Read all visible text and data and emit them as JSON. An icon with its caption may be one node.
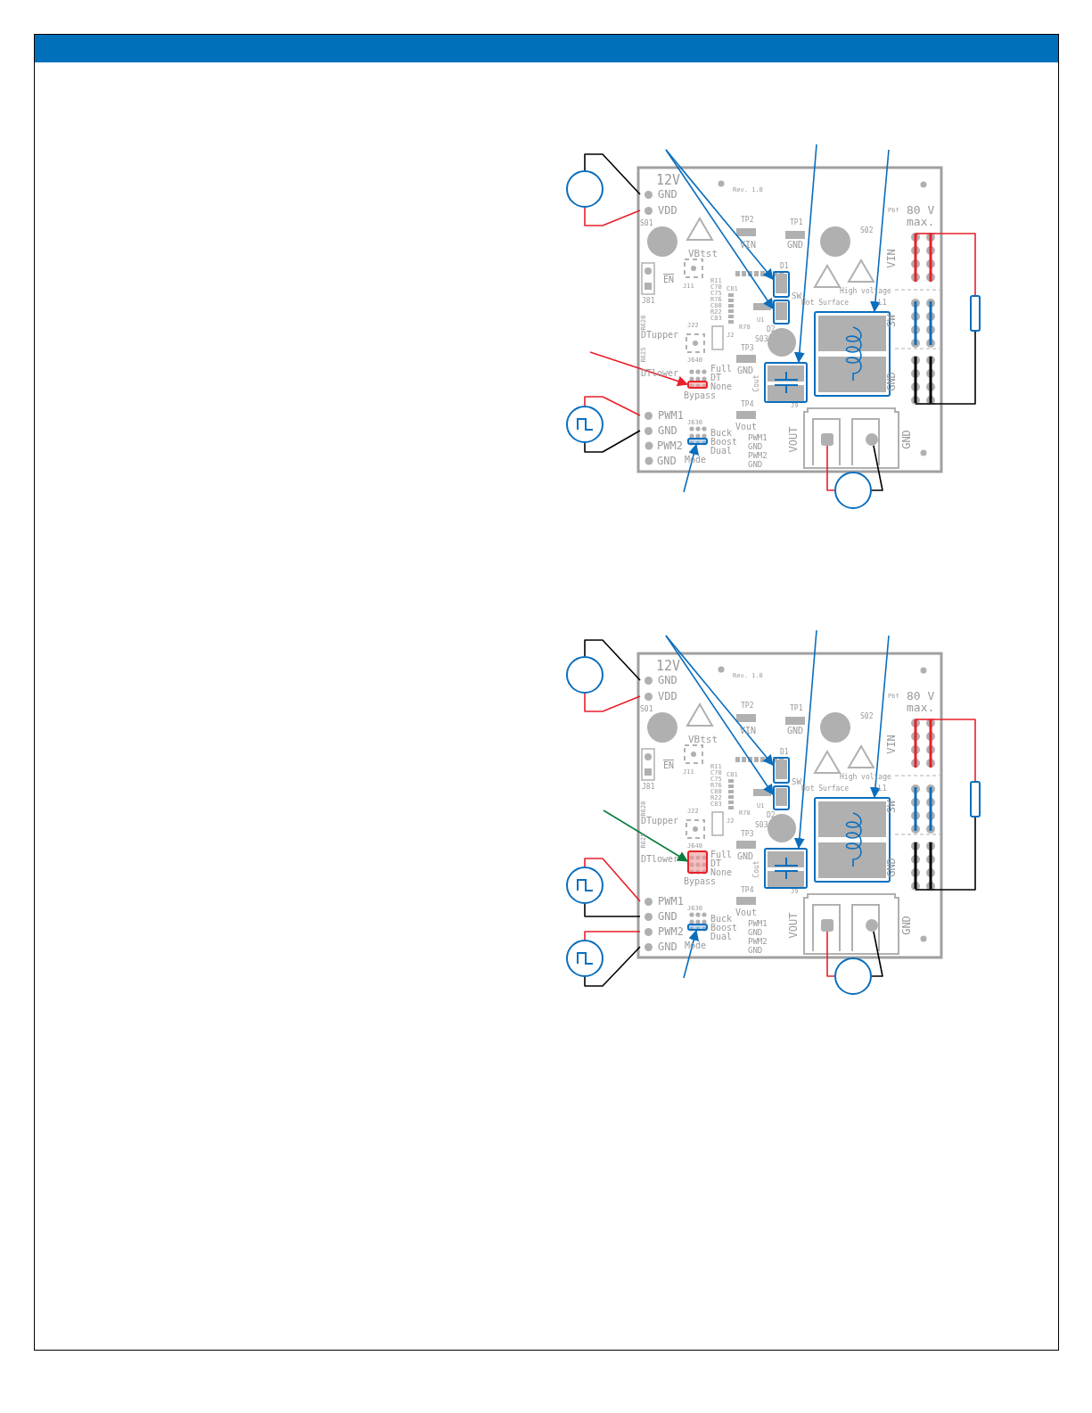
{
  "diagram": {
    "nodes": [
      {
        "text": [],
        "shape": "circle"
      },
      {
        "text": [
          "GND"
        ]
      },
      {
        "text": [
          "VDD"
        ]
      },
      {
        "text": [],
        "shape": "circle"
      },
      {
        "text": [
          "PWM1"
        ]
      },
      {
        "text": [
          "GND"
        ]
      },
      {
        "text": [],
        "shape": "box",
        "beside": [
          "D1"
        ]
      },
      {
        "text": [],
        "shape": "box",
        "beside": [
          "D2"
        ]
      },
      {
        "text": [],
        "shape": "box",
        "beside": [
          "Cout"
        ]
      },
      {
        "text": [],
        "shape": "box",
        "beside": [
          "L1"
        ]
      },
      {
        "text": [],
        "shape": "box"
      },
      {
        "text": [],
        "shape": "box"
      },
      {
        "text": [],
        "shape": "bar"
      },
      {
        "text": [],
        "shape": "box"
      },
      {
        "text": [],
        "shape": "bar"
      },
      {
        "text": [],
        "shape": "box"
      },
      {
        "text": [],
        "shape": "circle"
      },
      {
        "text": [],
        "shape": "circle"
      },
      {
        "text": [],
        "shape": "circle"
      },
      {
        "text": [
          "GND"
        ]
      },
      {
        "text": [
          "VDD"
        ]
      },
      {
        "text": [],
        "shape": "circle"
      },
      {
        "text": [
          "PWM1"
        ]
      },
      {
        "text": [
          "GND"
        ]
      },
      {
        "text": [],
        "shape": "circle"
      },
      {
        "text": [
          "PWM2"
        ]
      },
      {
        "text": [
          "GND"
        ]
      },
      {
        "text": [],
        "shape": "box",
        "beside": [
          "D1"
        ]
      },
      {
        "text": [],
        "shape": "box",
        "beside": [
          "D2"
        ]
      },
      {
        "text": [],
        "shape": "box",
        "beside": [
          "Cout"
        ]
      },
      {
        "text": [],
        "shape": "box",
        "beside": [
          "L1"
        ]
      },
      {
        "text": [],
        "shape": "box"
      },
      {
        "text": [],
        "shape": "box"
      },
      {
        "text": [],
        "shape": "bar"
      },
      {
        "text": [],
        "shape": "box"
      },
      {
        "text": [],
        "shape": "bar"
      },
      {
        "text": [],
        "shape": "box"
      },
      {
        "text": [],
        "shape": "circle"
      },
      {
        "text": [],
        "shape": "circle"
      }
    ],
    "edges": [
      {
        "from": 0,
        "to": 1,
        "arrow": "none",
        "color": "#000000"
      },
      {
        "from": 0,
        "to": 2,
        "arrow": "none",
        "color": "#e8202a"
      },
      {
        "from": 3,
        "to": 4,
        "arrow": "none",
        "color": "#e8202a"
      },
      {
        "from": 3,
        "to": 5,
        "arrow": "none",
        "color": "#000000"
      },
      {
        "from": null,
        "to": 6,
        "arrow": "to",
        "color": "#0a6ebd"
      },
      {
        "from": null,
        "to": 7,
        "arrow": "to",
        "color": "#0a6ebd"
      },
      {
        "from": null,
        "to": 8,
        "arrow": "to",
        "color": "#0a6ebd"
      },
      {
        "from": null,
        "to": 9,
        "arrow": "to",
        "color": "#0a6ebd"
      },
      {
        "from": null,
        "to": 10,
        "arrow": "to",
        "color": "#e8202a"
      },
      {
        "from": null,
        "to": 11,
        "arrow": "to",
        "color": "#0a6ebd"
      },
      {
        "from": 12,
        "to": 13,
        "arrow": "none",
        "color": "#e8202a"
      },
      {
        "from": 13,
        "to": 14,
        "arrow": "none",
        "color": "#000000"
      },
      {
        "from": 15,
        "to": 17,
        "arrow": "none",
        "color": "#e8202a"
      },
      {
        "from": 16,
        "to": 17,
        "arrow": "none",
        "color": "#000000"
      },
      {
        "from": 18,
        "to": 19,
        "arrow": "none",
        "color": "#000000"
      },
      {
        "from": 18,
        "to": 20,
        "arrow": "none",
        "color": "#e8202a"
      },
      {
        "from": 21,
        "to": 22,
        "arrow": "none",
        "color": "#e8202a"
      },
      {
        "from": 21,
        "to": 23,
        "arrow": "none",
        "color": "#000000"
      },
      {
        "from": 24,
        "to": 25,
        "arrow": "none",
        "color": "#e8202a"
      },
      {
        "from": 24,
        "to": 26,
        "arrow": "none",
        "color": "#000000"
      },
      {
        "from": null,
        "to": 27,
        "arrow": "to",
        "color": "#0a6ebd"
      },
      {
        "from": null,
        "to": 28,
        "arrow": "to",
        "color": "#0a6ebd"
      },
      {
        "from": null,
        "to": 29,
        "arrow": "to",
        "color": "#0a6ebd"
      },
      {
        "from": null,
        "to": 30,
        "arrow": "to",
        "color": "#0a6ebd"
      },
      {
        "from": null,
        "to": 31,
        "arrow": "to",
        "color": "#0a7d3e"
      },
      {
        "from": null,
        "to": 32,
        "arrow": "to",
        "color": "#0a6ebd"
      },
      {
        "from": 33,
        "to": 34,
        "arrow": "none",
        "color": "#e8202a"
      },
      {
        "from": 34,
        "to": 35,
        "arrow": "none",
        "color": "#000000"
      },
      {
        "from": 36,
        "to": 38,
        "arrow": "none",
        "color": "#e8202a"
      },
      {
        "from": 37,
        "to": 38,
        "arrow": "none",
        "color": "#000000"
      }
    ],
    "labels": [
      "12V",
      "Rev. 1.0",
      "S01",
      "VBtst",
      "TP2",
      "VIN",
      "TP1",
      "GND",
      "Pbf",
      "S02",
      "80 V max.",
      "VIN",
      "SW",
      "GND",
      "EN",
      "J11",
      "J81",
      "R11",
      "C70",
      "C75",
      "R76",
      "C80",
      "R22",
      "C83",
      "C81",
      "SW",
      "Hot Surface",
      "High voltage",
      "U1",
      "R78",
      "R620",
      "DTupper",
      "J22",
      "J2",
      "S03",
      "R625",
      "TP3",
      "GND",
      "J640",
      "DTlower",
      "Full",
      "DT",
      "None",
      "Bypass",
      "J9",
      "TP4",
      "Vout",
      "J630",
      "Buck",
      "Boost",
      "Dual",
      "Mode",
      "PWM1",
      "GND",
      "PWM2",
      "GND",
      "VOUT",
      "GND",
      "PWM2",
      "GND",
      "12V",
      "Rev. 1.0",
      "S01",
      "VBtst",
      "TP2",
      "VIN",
      "TP1",
      "GND",
      "Pbf",
      "S02",
      "80 V max.",
      "VIN",
      "SW",
      "GND",
      "EN",
      "J11",
      "J81",
      "R11",
      "C70",
      "C75",
      "R76",
      "C80",
      "R22",
      "C83",
      "C81",
      "SW",
      "Hot Surface",
      "High voltage",
      "U1",
      "R78",
      "R620",
      "DTupper",
      "J22",
      "J2",
      "S03",
      "R625",
      "TP3",
      "GND",
      "J640",
      "DTlower",
      "Full",
      "DT",
      "None",
      "Bypass",
      "J9",
      "TP4",
      "Vout",
      "J630",
      "Buck",
      "Boost",
      "Dual",
      "Mode",
      "PWM1",
      "GND",
      "PWM2",
      "GND",
      "VOUT",
      "GND"
    ]
  }
}
